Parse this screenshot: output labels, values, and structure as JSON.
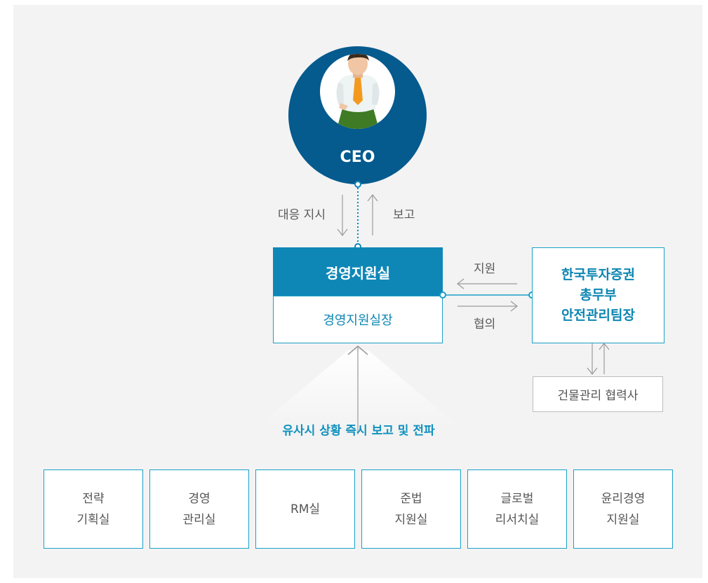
{
  "ceo": {
    "label": "CEO"
  },
  "flow": {
    "instruction_label": "대응 지시",
    "report_label": "보고"
  },
  "hq": {
    "name": "경영지원실",
    "head": "경영지원실장"
  },
  "exchange": {
    "support_label": "지원",
    "consult_label": "협의"
  },
  "partner": {
    "line1": "한국투자증권",
    "line2": "총무부",
    "line3": "안전관리팀장"
  },
  "vendor": {
    "label": "건물관리 협력사"
  },
  "spread_label": "유사시 상황 즉시 보고 및 전파",
  "departments": [
    {
      "line1": "전략",
      "line2": "기획실"
    },
    {
      "line1": "경영",
      "line2": "관리실"
    },
    {
      "line1": "RM실",
      "line2": ""
    },
    {
      "line1": "준법",
      "line2": "지원실"
    },
    {
      "line1": "글로벌",
      "line2": "리서치실"
    },
    {
      "line1": "윤리경영",
      "line2": "지원실"
    }
  ],
  "colors": {
    "ceo_ring": "#055a8e",
    "hq_header": "#0e87b7",
    "accent_text": "#0d86b3",
    "border": "#1aa0c9",
    "panel": "#f3f3f3"
  }
}
